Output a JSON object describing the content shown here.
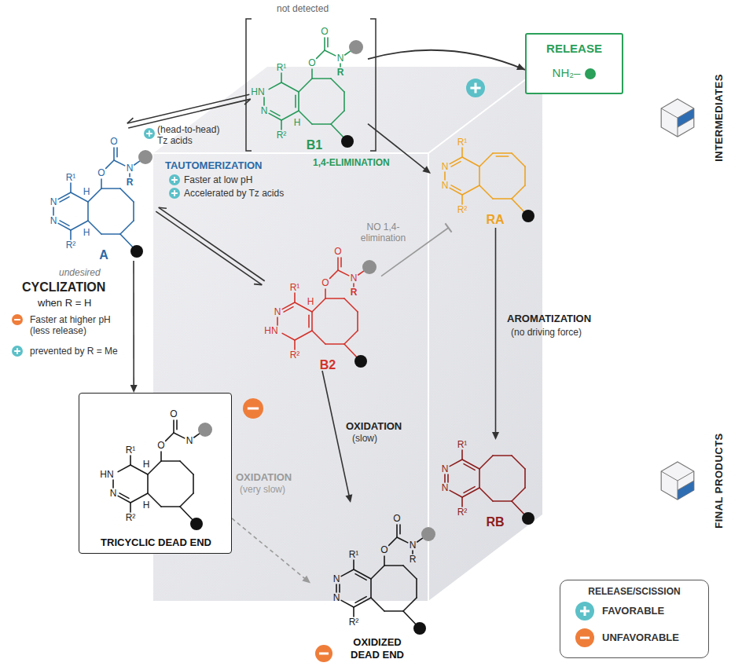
{
  "diagram": {
    "nodes": [
      {
        "text": [
          "O",
          "O",
          "N",
          "R",
          "R¹",
          "HN",
          "N",
          "H",
          "R²",
          "B1"
        ]
      },
      {
        "text": [
          "O",
          "O",
          "N",
          "R",
          "R¹",
          "H",
          "N",
          "N",
          "H",
          "R²",
          "A"
        ]
      },
      {
        "text": [
          "RELEASE",
          "NH₂–"
        ]
      },
      {
        "text": [
          "R¹",
          "N",
          "N",
          "R²",
          "RA"
        ]
      },
      {
        "text": [
          "O",
          "O",
          "N",
          "R",
          "R¹",
          "H",
          "N",
          "HN",
          "R²",
          "B2"
        ]
      },
      {
        "text": [
          "O",
          "O",
          "N",
          "R¹",
          "H",
          "HN",
          "N",
          "H",
          "R²",
          "TRICYCLIC DEAD END"
        ]
      },
      {
        "text": [
          "R¹",
          "N",
          "N",
          "R²",
          "RB"
        ]
      },
      {
        "text": [
          "O",
          "O",
          "N",
          "R",
          "R¹",
          "N",
          "N",
          "R²",
          "OXIDIZED DEAD END"
        ]
      }
    ],
    "edges": [
      {
        "from": 1,
        "to": 0,
        "arrow": "both",
        "label": "(head-to-head) Tz acids"
      },
      {
        "from": 1,
        "to": 4,
        "arrow": "both"
      },
      {
        "from": 0,
        "to": 3,
        "arrow": "to",
        "label": "1,4-ELIMINATION"
      },
      {
        "from": 0,
        "to": 2,
        "arrow": "to"
      },
      {
        "from": 4,
        "to": 3,
        "arrow": "none",
        "label": "NO 1,4-elimination"
      },
      {
        "from": 3,
        "to": 6,
        "arrow": "to",
        "label": "AROMATIZATION"
      },
      {
        "from": 1,
        "to": 5,
        "arrow": "to"
      },
      {
        "from": 4,
        "to": 7,
        "arrow": "to",
        "label": "OXIDATION"
      },
      {
        "from": 5,
        "to": 7,
        "arrow": "to",
        "label": "OXIDATION"
      }
    ],
    "labels": [
      "not detected",
      "TAUTOMERIZATION",
      "Faster at low pH",
      "Accelerated by Tz acids",
      "(no driving force)",
      "undesired",
      "CYCLIZATION",
      "when R = H",
      "Faster at higher pH (less release)",
      "prevented by R = Me",
      "(slow)",
      "(very slow)",
      "INTERMEDIATES",
      "FINAL PRODUCTS",
      "RELEASE/SCISSION"
    ],
    "legend": [
      {
        "text": "FAVORABLE",
        "color": "#5cc0c8"
      },
      {
        "text": "UNFAVORABLE",
        "color": "#ef7d3a"
      }
    ]
  }
}
